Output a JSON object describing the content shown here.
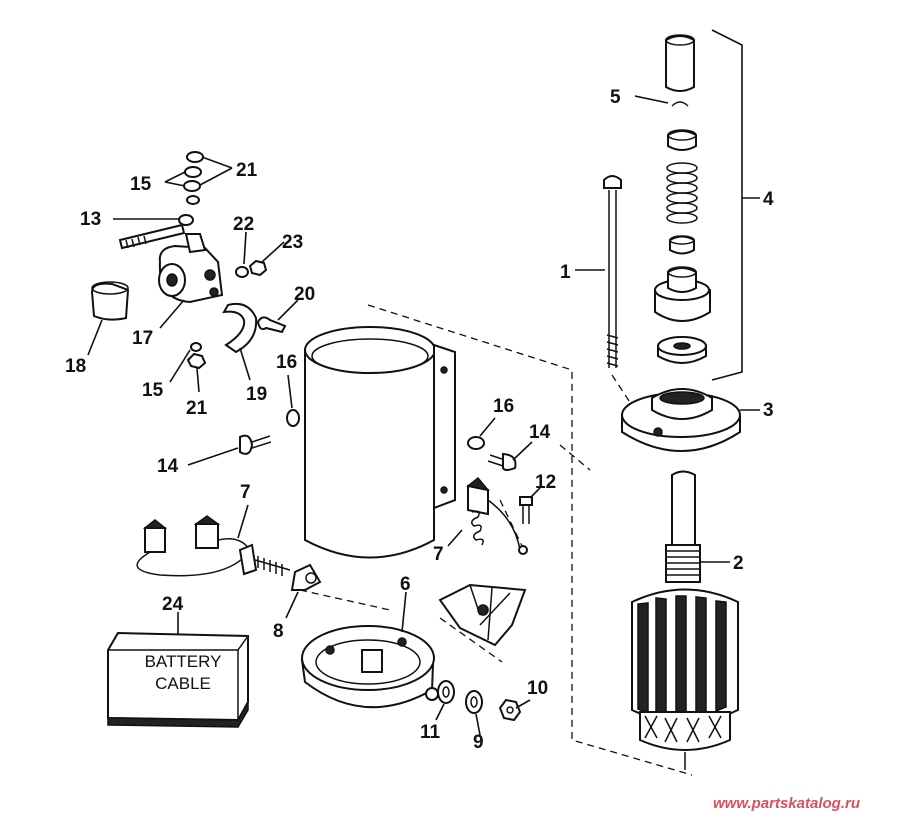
{
  "callouts": [
    {
      "id": "1",
      "label": "1"
    },
    {
      "id": "2",
      "label": "2"
    },
    {
      "id": "3",
      "label": "3"
    },
    {
      "id": "4",
      "label": "4"
    },
    {
      "id": "5",
      "label": "5"
    },
    {
      "id": "6",
      "label": "6"
    },
    {
      "id": "7a",
      "label": "7"
    },
    {
      "id": "7b",
      "label": "7"
    },
    {
      "id": "8",
      "label": "8"
    },
    {
      "id": "9",
      "label": "9"
    },
    {
      "id": "10",
      "label": "10"
    },
    {
      "id": "11",
      "label": "11"
    },
    {
      "id": "12",
      "label": "12"
    },
    {
      "id": "13",
      "label": "13"
    },
    {
      "id": "14a",
      "label": "14"
    },
    {
      "id": "14b",
      "label": "14"
    },
    {
      "id": "15a",
      "label": "15"
    },
    {
      "id": "15b",
      "label": "15"
    },
    {
      "id": "16a",
      "label": "16"
    },
    {
      "id": "16b",
      "label": "16"
    },
    {
      "id": "17",
      "label": "17"
    },
    {
      "id": "18",
      "label": "18"
    },
    {
      "id": "19",
      "label": "19"
    },
    {
      "id": "20",
      "label": "20"
    },
    {
      "id": "21a",
      "label": "21"
    },
    {
      "id": "21b",
      "label": "21"
    },
    {
      "id": "22",
      "label": "22"
    },
    {
      "id": "23",
      "label": "23"
    },
    {
      "id": "24",
      "label": "24"
    }
  ],
  "battery_cable": {
    "line1": "BATTERY",
    "line2": "CABLE"
  },
  "watermark": "www.partskatalog.ru",
  "colors": {
    "ink": "#111111",
    "watermark": "#d9505f",
    "background": "#ffffff"
  }
}
